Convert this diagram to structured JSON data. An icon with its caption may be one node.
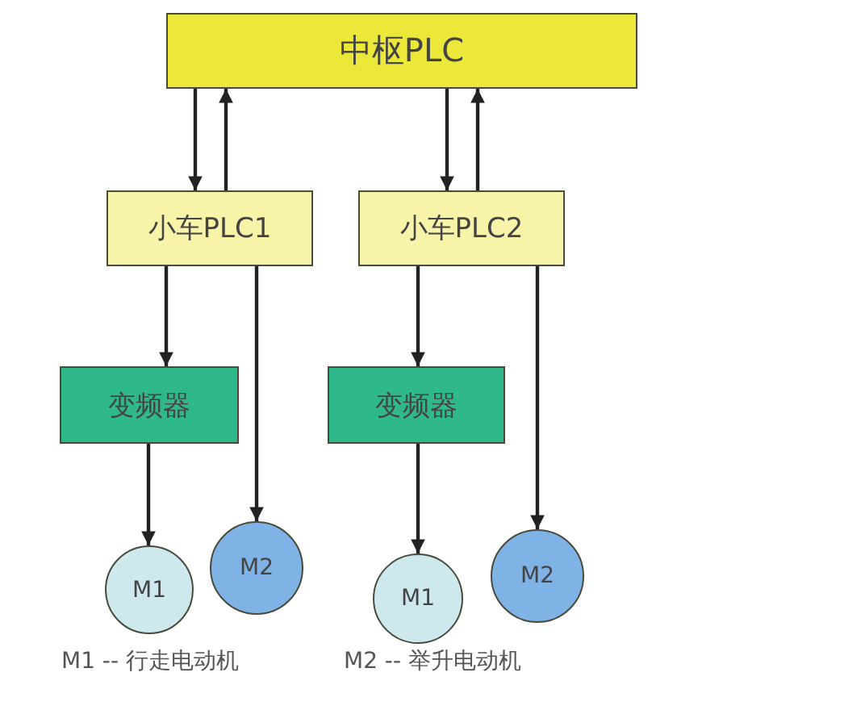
{
  "diagram": {
    "nodes": [
      {
        "text": [
          "中枢PLC"
        ]
      },
      {
        "text": [
          "小车PLC1"
        ]
      },
      {
        "text": [
          "小车PLC2"
        ]
      },
      {
        "text": [
          "变频器"
        ]
      },
      {
        "text": [
          "变频器"
        ]
      },
      {
        "text": [
          "M1"
        ]
      },
      {
        "text": [
          "M2"
        ]
      },
      {
        "text": [
          "M1"
        ]
      },
      {
        "text": [
          "M2"
        ]
      }
    ],
    "edges": [
      {
        "from": 0,
        "to": 1,
        "arrow": "to"
      },
      {
        "from": 1,
        "to": 0,
        "arrow": "to"
      },
      {
        "from": 0,
        "to": 2,
        "arrow": "to"
      },
      {
        "from": 2,
        "to": 0,
        "arrow": "to"
      },
      {
        "from": 1,
        "to": 3,
        "arrow": "to"
      },
      {
        "from": 1,
        "to": 6,
        "arrow": "to"
      },
      {
        "from": 2,
        "to": 4,
        "arrow": "to"
      },
      {
        "from": 2,
        "to": 8,
        "arrow": "to"
      },
      {
        "from": 3,
        "to": 5,
        "arrow": "to"
      },
      {
        "from": 4,
        "to": 7,
        "arrow": "to"
      }
    ],
    "labels": [
      "M1 -- 行走电动机",
      "M2 -- 举升电动机"
    ]
  }
}
